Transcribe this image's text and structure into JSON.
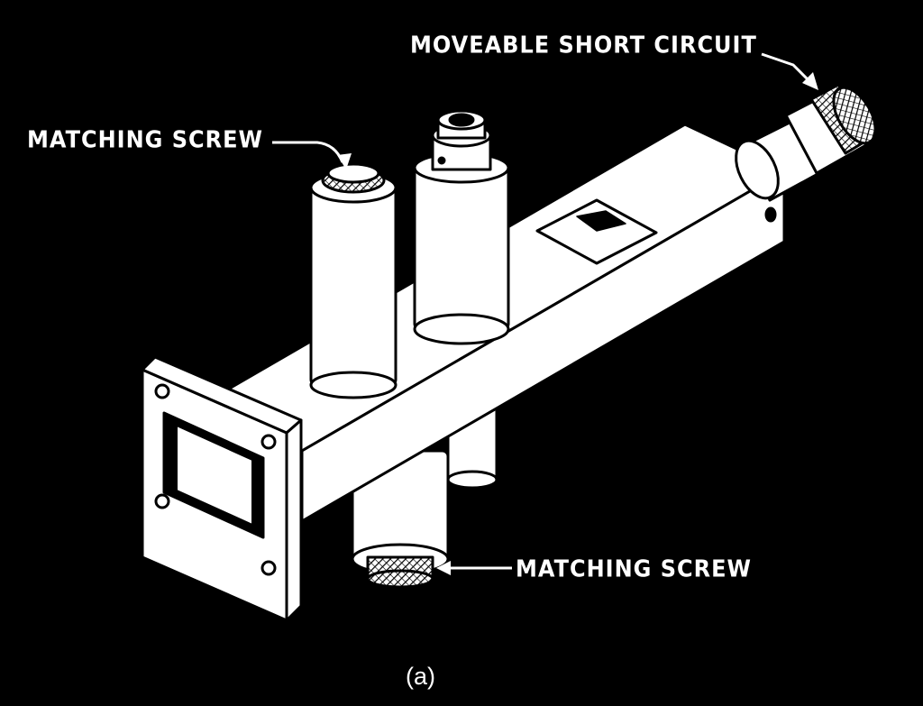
{
  "labels": {
    "moveable_short": "MOVEABLE SHORT CIRCUIT",
    "matching_screw_top": "MATCHING SCREW",
    "matching_screw_bottom": "MATCHING SCREW"
  },
  "caption": "(a)",
  "colors": {
    "background": "#000000",
    "outline": "#000000",
    "fill": "#ffffff"
  }
}
